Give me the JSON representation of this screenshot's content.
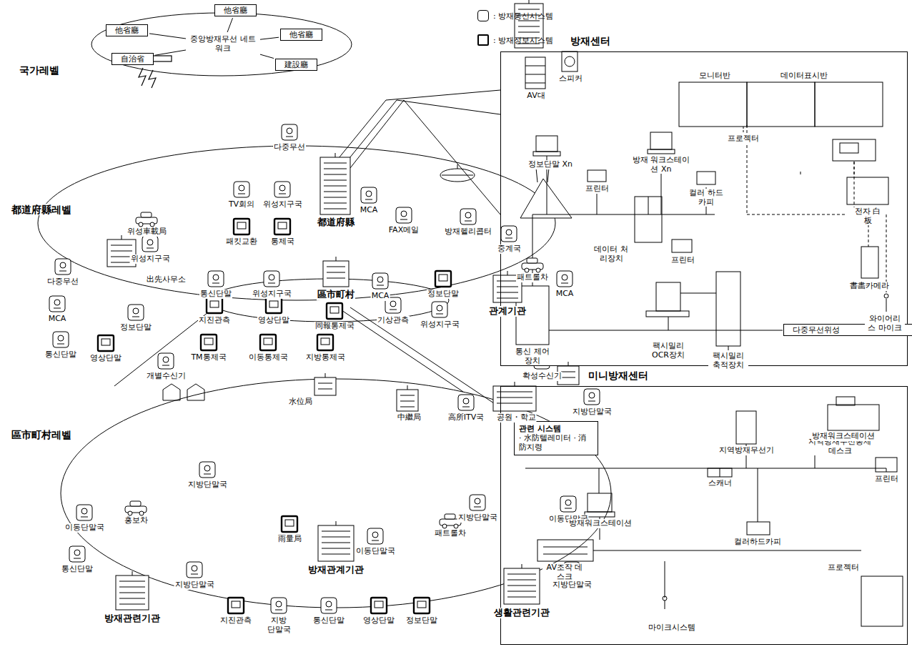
{
  "diagram": {
    "nodes": [
      {
        "text": [
          "他省廳"
        ]
      },
      {
        "text": [
          "他省廳"
        ]
      },
      {
        "text": [
          "중앙방재무선 네트워크"
        ]
      },
      {
        "text": [
          "他省廳"
        ]
      },
      {
        "text": [
          "自治省"
        ]
      },
      {
        "text": [
          "建設廳"
        ]
      },
      {
        "text": [
          "방재센터"
        ]
      },
      {
        "text": [
          "다중무선위성"
        ],
        "in": 6
      },
      {
        "text": [
          "미니방재센터"
        ]
      },
      {
        "text": [
          "관련 시스템",
          "· 水防텔레미터 · 消防지령"
        ],
        "in": 8
      }
    ],
    "edges": [
      {
        "from": 2,
        "to": 0,
        "arrow": "none"
      },
      {
        "from": 2,
        "to": 1,
        "arrow": "none"
      },
      {
        "from": 2,
        "to": 3,
        "arrow": "none"
      },
      {
        "from": 2,
        "to": 4,
        "arrow": "none"
      },
      {
        "from": 2,
        "to": 5,
        "arrow": "none"
      }
    ],
    "labels": [
      "국가레벨",
      "都道府縣레벨",
      "區市町村레벨",
      "다중무선",
      "MCA",
      "TV회의",
      "위성지구국",
      "패킷교환",
      "통제국",
      "都道府縣",
      "FAX메일",
      "방재헬리콥터",
      "중계국",
      "패트롤차",
      "MCA",
      "관계기관",
      "위성車載局",
      "다중무선",
      "위성지구국",
      "出先사무소",
      "MCA",
      "통신단말",
      "정보단말",
      "영상단말",
      "통신단말",
      "위성지구국",
      "區市町村",
      "MCA",
      "정보단말",
      "지진관측",
      "영상단말",
      "同報통제국",
      "기상관측",
      "위성지구국",
      "TM통제국",
      "이동통제국",
      "지방통제국",
      "개별수신기",
      "水位局",
      "中繼局",
      "高所ITV국",
      "공원・학교",
      "확성수신기",
      "지방단말국",
      "이동단말국",
      "홍보차",
      "지방단말국",
      "雨量局",
      "이동단말국",
      "패트롤차",
      "지방단말국",
      "이동단말국",
      "방재관계기관",
      "통신단말",
      "지방단말국",
      "방재관련기관",
      "지진관측",
      "지방 단말국",
      "통신단말",
      "영상단말",
      "정보단말",
      "생활관련기관",
      "지방단말국",
      "스피커",
      "AV대",
      "모니터반",
      "데이터표시반",
      "프로젝터",
      "정보단말 Xn",
      "방재 워크스테이션 Xn",
      "프린터",
      "컬러 하드카피",
      "전자 白板",
      "데이터 처리장치",
      "프린터",
      "書畵카메라",
      "와이어리스 마이크",
      "통신 제어장치",
      "팩시밀리 OCR장치",
      "팩시밀리 축적장치",
      "지역방재무선통제 데스크",
      "지역방재무선기",
      "방재워크스테이션",
      "스캐너",
      "프린터",
      "방재워크스테이션",
      "컬러하드카피",
      "AV조작 데스크",
      "프로젝터",
      "마이크시스템"
    ],
    "legend": [
      {
        "text": ": 방재통신시스템"
      },
      {
        "text": ": 방재정보시스템"
      }
    ]
  }
}
